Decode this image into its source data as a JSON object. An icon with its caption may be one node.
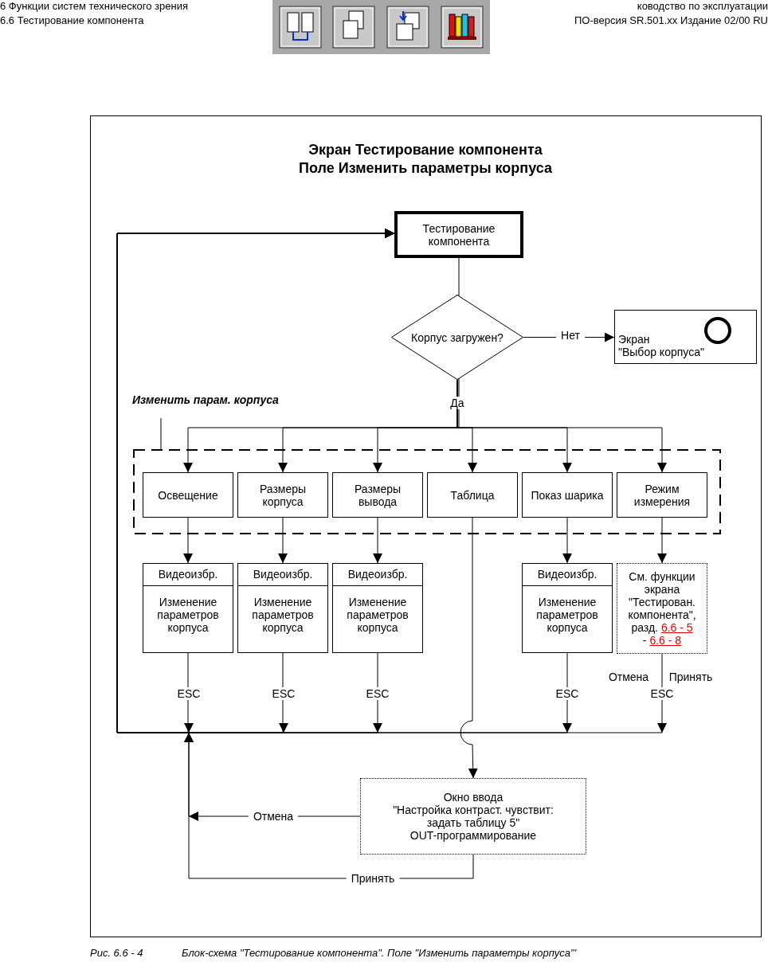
{
  "diagram": {
    "title": "Экран Тестирование компонента",
    "caption": "Блок-схема \"Тестирование компонента\". Поле \"Изменить параметры корпуса\"'",
    "nodes": [
      {
        "text": [
          "Тестирование компонента"
        ]
      },
      {
        "text": [
          "Корпус загружен?"
        ]
      },
      {
        "text": [
          "Экран",
          "\"Выбор корпуса\""
        ]
      },
      {
        "text": [
          "Изменить парам. корпуса"
        ]
      },
      {
        "text": [],
        "shape": "box"
      },
      {
        "text": [
          "Освещение"
        ],
        "in": 4
      },
      {
        "text": [
          "Размеры корпуса"
        ],
        "in": 4
      },
      {
        "text": [
          "Размеры вывода"
        ],
        "in": 4
      },
      {
        "text": [
          "Таблица"
        ],
        "in": 4
      },
      {
        "text": [
          "Показ шарика"
        ],
        "in": 4
      },
      {
        "text": [
          "Режим измерения"
        ],
        "in": 4
      },
      {
        "text": [
          "Видеоизбр.",
          "Изменение параметров корпуса"
        ]
      },
      {
        "text": [
          "Видеоизбр.",
          "Изменение параметров корпуса"
        ]
      },
      {
        "text": [
          "Видеоизбр.",
          "Изменение параметров корпуса"
        ]
      },
      {
        "text": [
          "Видеоизбр.",
          "Изменение параметров корпуса"
        ]
      },
      {
        "text": [
          "См. функции экрана \"Тестирован. компонента\", разд.",
          "6.6 - 5",
          "-",
          "6.6 - 8"
        ]
      },
      {
        "text": [
          "Окно ввода",
          "\"Настройка контраст. чувствит: задать таблицу 5\"",
          "OUT-программирование"
        ]
      }
    ],
    "edges": [
      {
        "from": 0,
        "to": 1,
        "arrow": "to"
      },
      {
        "from": 1,
        "to": 2,
        "arrow": "to",
        "label": "Нет"
      },
      {
        "from": 1,
        "to": 5,
        "arrow": "to",
        "label": "Да"
      },
      {
        "from": 1,
        "to": 6,
        "arrow": "to"
      },
      {
        "from": 1,
        "to": 7,
        "arrow": "to"
      },
      {
        "from": 1,
        "to": 8,
        "arrow": "to"
      },
      {
        "from": 1,
        "to": 9,
        "arrow": "to"
      },
      {
        "from": 1,
        "to": 10,
        "arrow": "to"
      },
      {
        "from": 3,
        "to": 4,
        "arrow": "none"
      },
      {
        "from": 5,
        "to": 11,
        "arrow": "to"
      },
      {
        "from": 6,
        "to": 12,
        "arrow": "to"
      },
      {
        "from": 7,
        "to": 13,
        "arrow": "to"
      },
      {
        "from": 9,
        "to": 14,
        "arrow": "to"
      },
      {
        "from": 10,
        "to": 15,
        "arrow": "to"
      },
      {
        "from": 11,
        "to": 0,
        "arrow": "to",
        "label": "ESC"
      },
      {
        "from": 12,
        "to": 0,
        "arrow": "to",
        "label": "ESC"
      },
      {
        "from": 13,
        "to": 0,
        "arrow": "to",
        "label": "ESC"
      },
      {
        "from": 14,
        "to": 0,
        "arrow": "to",
        "label": "ESC"
      },
      {
        "from": 15,
        "to": 0,
        "arrow": "to",
        "label": "ESC"
      },
      {
        "from": 8,
        "to": 16,
        "arrow": "to"
      },
      {
        "from": 16,
        "to": 0,
        "arrow": "to",
        "label": "Отмена"
      },
      {
        "from": 16,
        "to": 0,
        "arrow": "to",
        "label": "Принять"
      }
    ],
    "labels": [
      "6 Функции систем технического зрения",
      "6.6 Тестирование компонента",
      "ководство по эксплуатации",
      "ПО-версия SR.501.xx Издание 02/00 RU",
      "Поле Изменить параметры корпуса",
      "Отмена",
      "Принять",
      "Рис. 6.6 - 4"
    ]
  }
}
